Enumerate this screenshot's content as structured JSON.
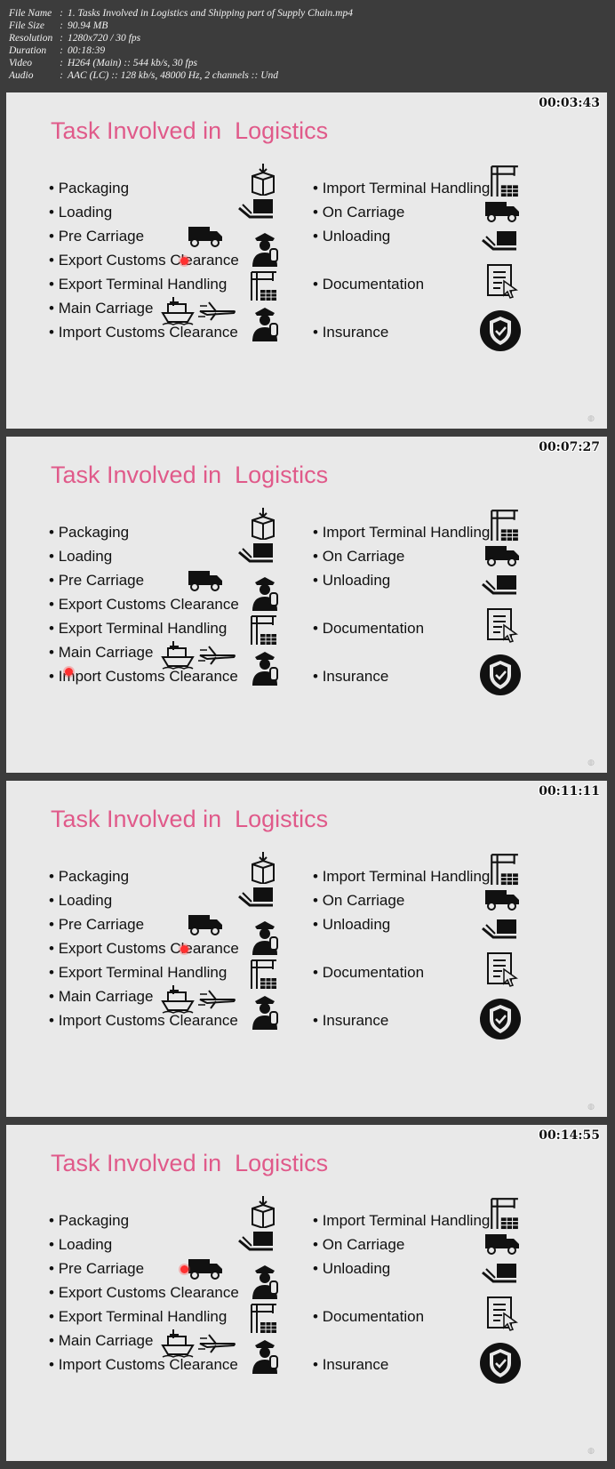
{
  "meta": {
    "rows": [
      {
        "label": "File Name",
        "value": "1. Tasks Involved in Logistics and Shipping part of Supply Chain.mp4"
      },
      {
        "label": "File Size",
        "value": "90.94 MB"
      },
      {
        "label": "Resolution",
        "value": "1280x720 / 30 fps"
      },
      {
        "label": "Duration",
        "value": "00:18:39"
      },
      {
        "label": "Video",
        "value": "H264 (Main) :: 544 kb/s, 30 fps"
      },
      {
        "label": "Audio",
        "value": "AAC (LC) :: 128 kb/s, 48000 Hz, 2 channels :: Und"
      }
    ]
  },
  "slide": {
    "title": "Task Involved in  Logistics",
    "left_items": [
      "Packaging",
      "Loading",
      "Pre Carriage",
      "Export Customs Clearance",
      "Export Terminal Handling",
      "Main Carriage",
      "Import Customs Clearance"
    ],
    "right_items": [
      "Import Terminal Handling",
      "On Carriage",
      "Unloading",
      "Documentation",
      "Insurance"
    ],
    "icons": {
      "packaging": "box-icon",
      "loading": "forklift-icon",
      "pre_carriage": "truck-icon",
      "customs": "customs-officer-icon",
      "terminal": "port-crane-icon",
      "main_carriage_ship": "ship-icon",
      "main_carriage_air": "airplane-icon",
      "on_carriage": "truck-icon",
      "unloading": "forklift-icon",
      "documentation": "document-icon",
      "insurance": "globe-shield-icon"
    }
  },
  "frames": [
    {
      "timestamp": "00:03:43"
    },
    {
      "timestamp": "00:07:27"
    },
    {
      "timestamp": "00:11:11"
    },
    {
      "timestamp": "00:14:55"
    }
  ],
  "colors": {
    "title": "#e05a8a",
    "cursor": "#ff3030",
    "slide_bg": "#e9e9e9",
    "page_bg": "#3c3c3c"
  }
}
